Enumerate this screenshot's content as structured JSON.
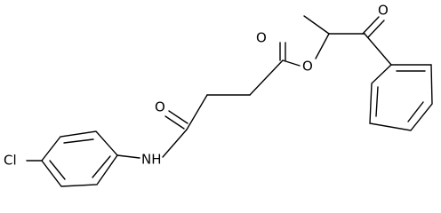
{
  "diagram": {
    "type": "chemical-structure",
    "atom_labels": {
      "ketone_oxygen": "O",
      "ester_carbonyl_oxygen": "O",
      "ester_oxygen": "O",
      "amide_oxygen": "O",
      "amide_nitrogen": "NH",
      "chlorine": "Cl"
    },
    "colors": {
      "bond": "#000000",
      "background": "#ffffff"
    }
  }
}
